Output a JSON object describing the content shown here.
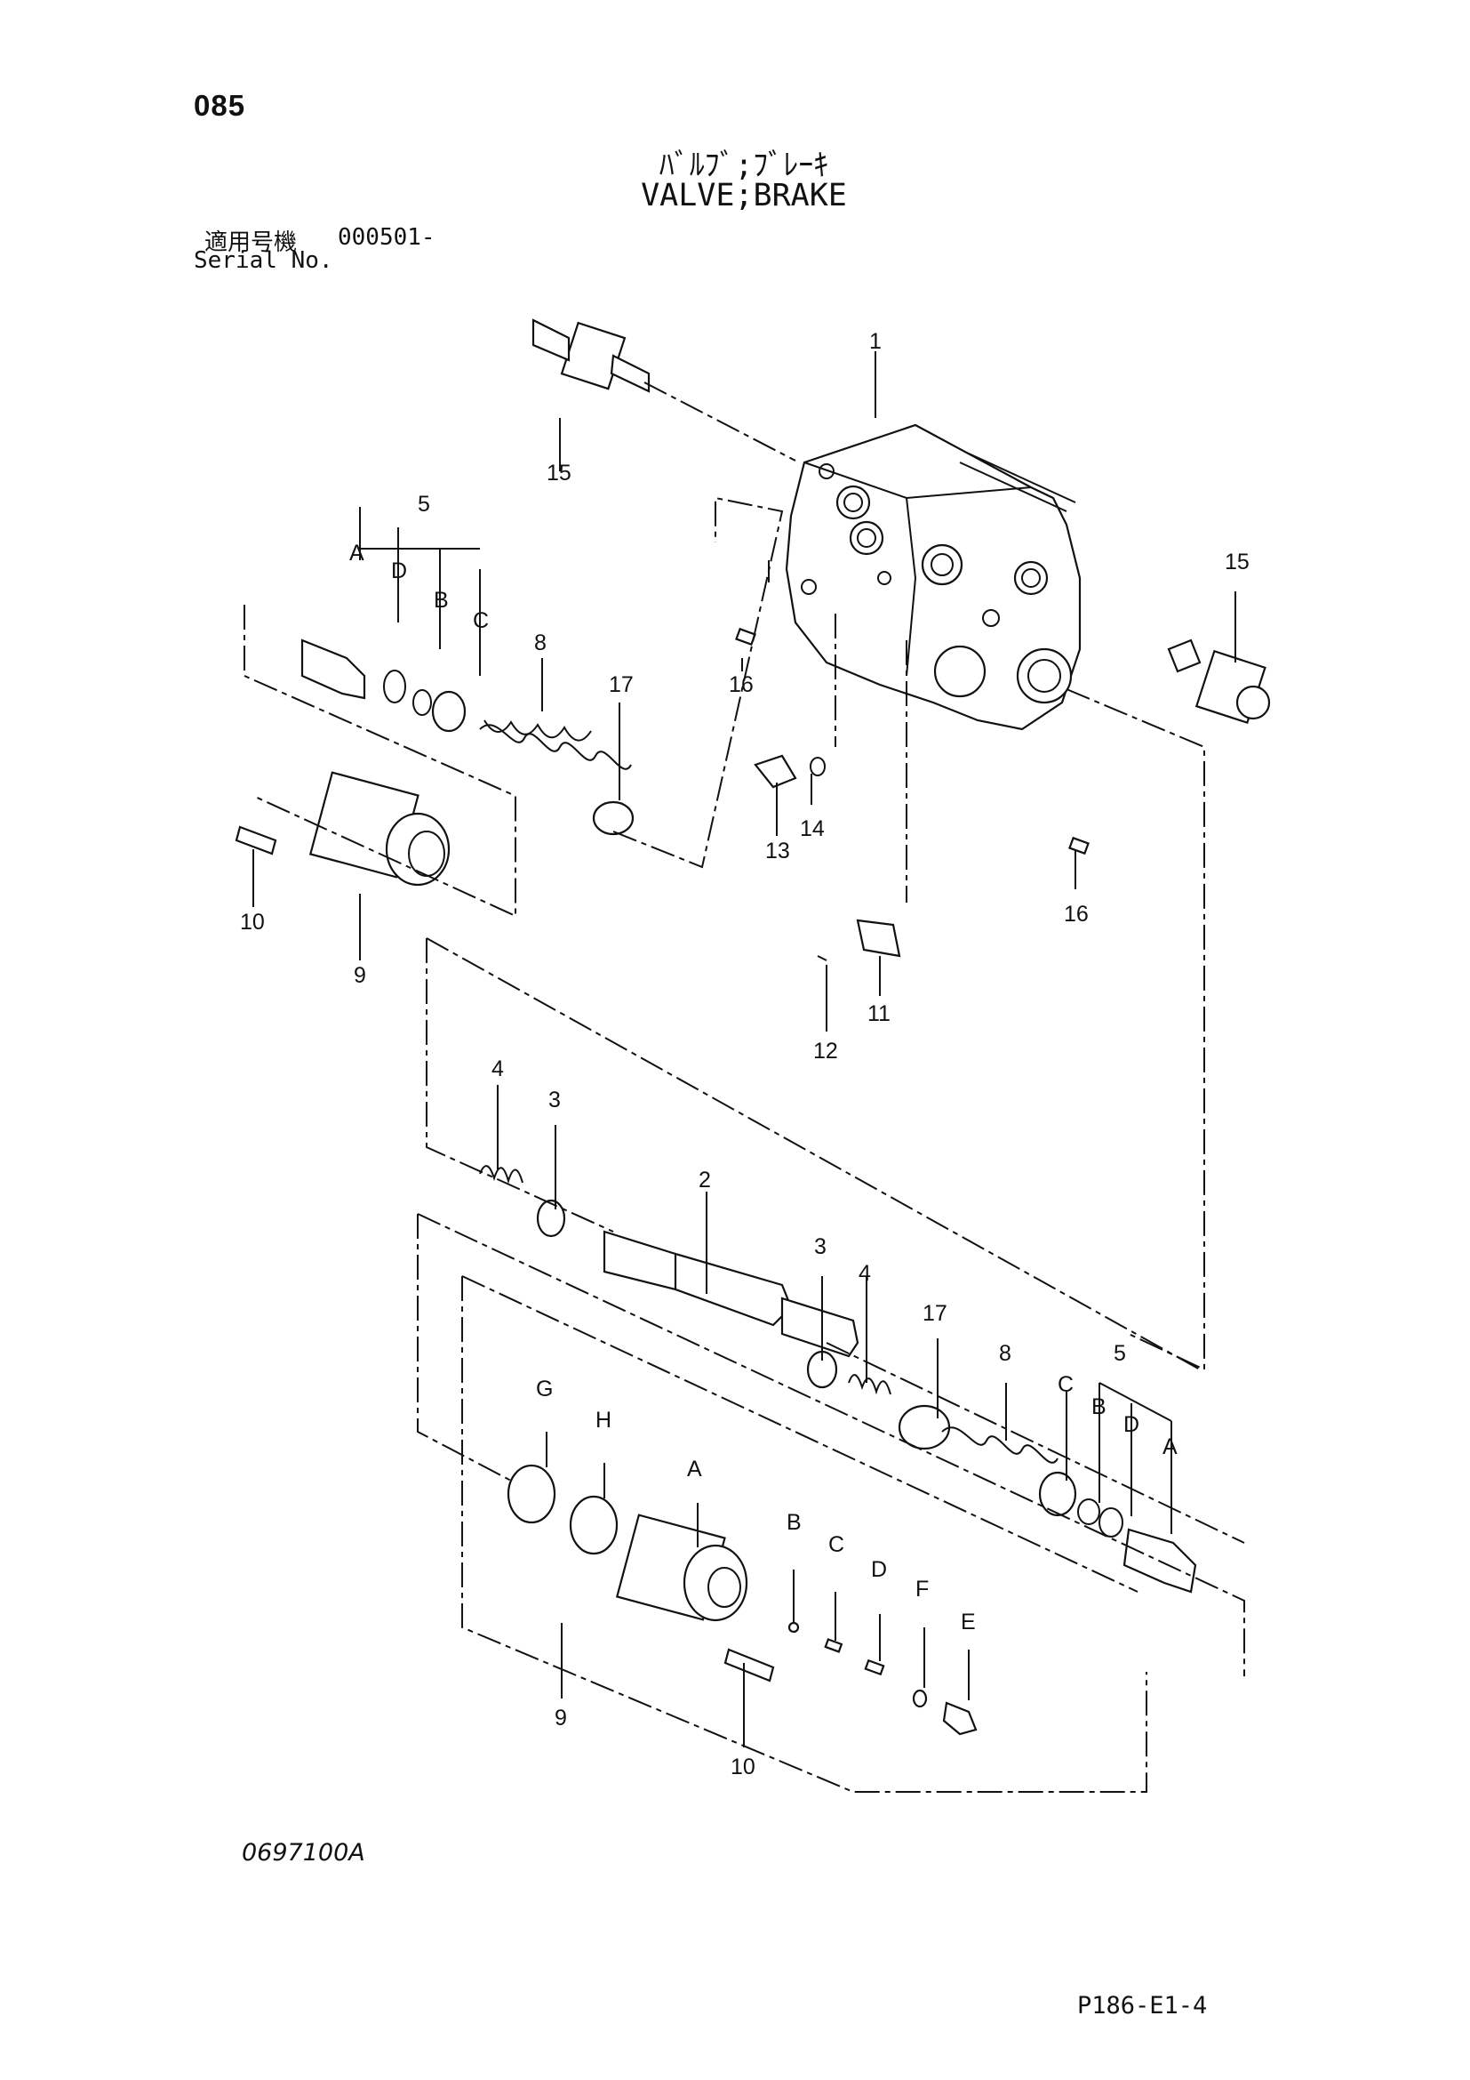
{
  "header": {
    "page_number": "085",
    "title_jp": "ﾊﾞﾙﾌﾞ;ﾌﾞﾚｰｷ",
    "title_en": "VALVE;BRAKE",
    "serial_label_jp": "適用号機",
    "serial_value": "000501-",
    "serial_label_en": "Serial No."
  },
  "callouts": {
    "c1": "1",
    "c15a": "15",
    "c15b": "15",
    "c5a": "5",
    "c5b": "5",
    "cAa": "A",
    "cDa": "D",
    "cBa": "B",
    "cCa": "C",
    "c8a": "8",
    "c17a": "17",
    "c16a": "16",
    "c16b": "16",
    "c13": "13",
    "c14": "14",
    "c10a": "10",
    "c9a": "9",
    "c11": "11",
    "c12": "12",
    "c4a": "4",
    "c3a": "3",
    "c2": "2",
    "c3b": "3",
    "c4b": "4",
    "c17b": "17",
    "c8b": "8",
    "cCb": "C",
    "cBb": "B",
    "cDb": "D",
    "cAb": "A",
    "cG": "G",
    "cH": "H",
    "cAc": "A",
    "cBc": "B",
    "cCc": "C",
    "cDc": "D",
    "cF": "F",
    "cE": "E",
    "c9b": "9",
    "c10b": "10"
  },
  "footer": {
    "drawing_code": "0697100A",
    "page_code": "P186-E1-4"
  }
}
